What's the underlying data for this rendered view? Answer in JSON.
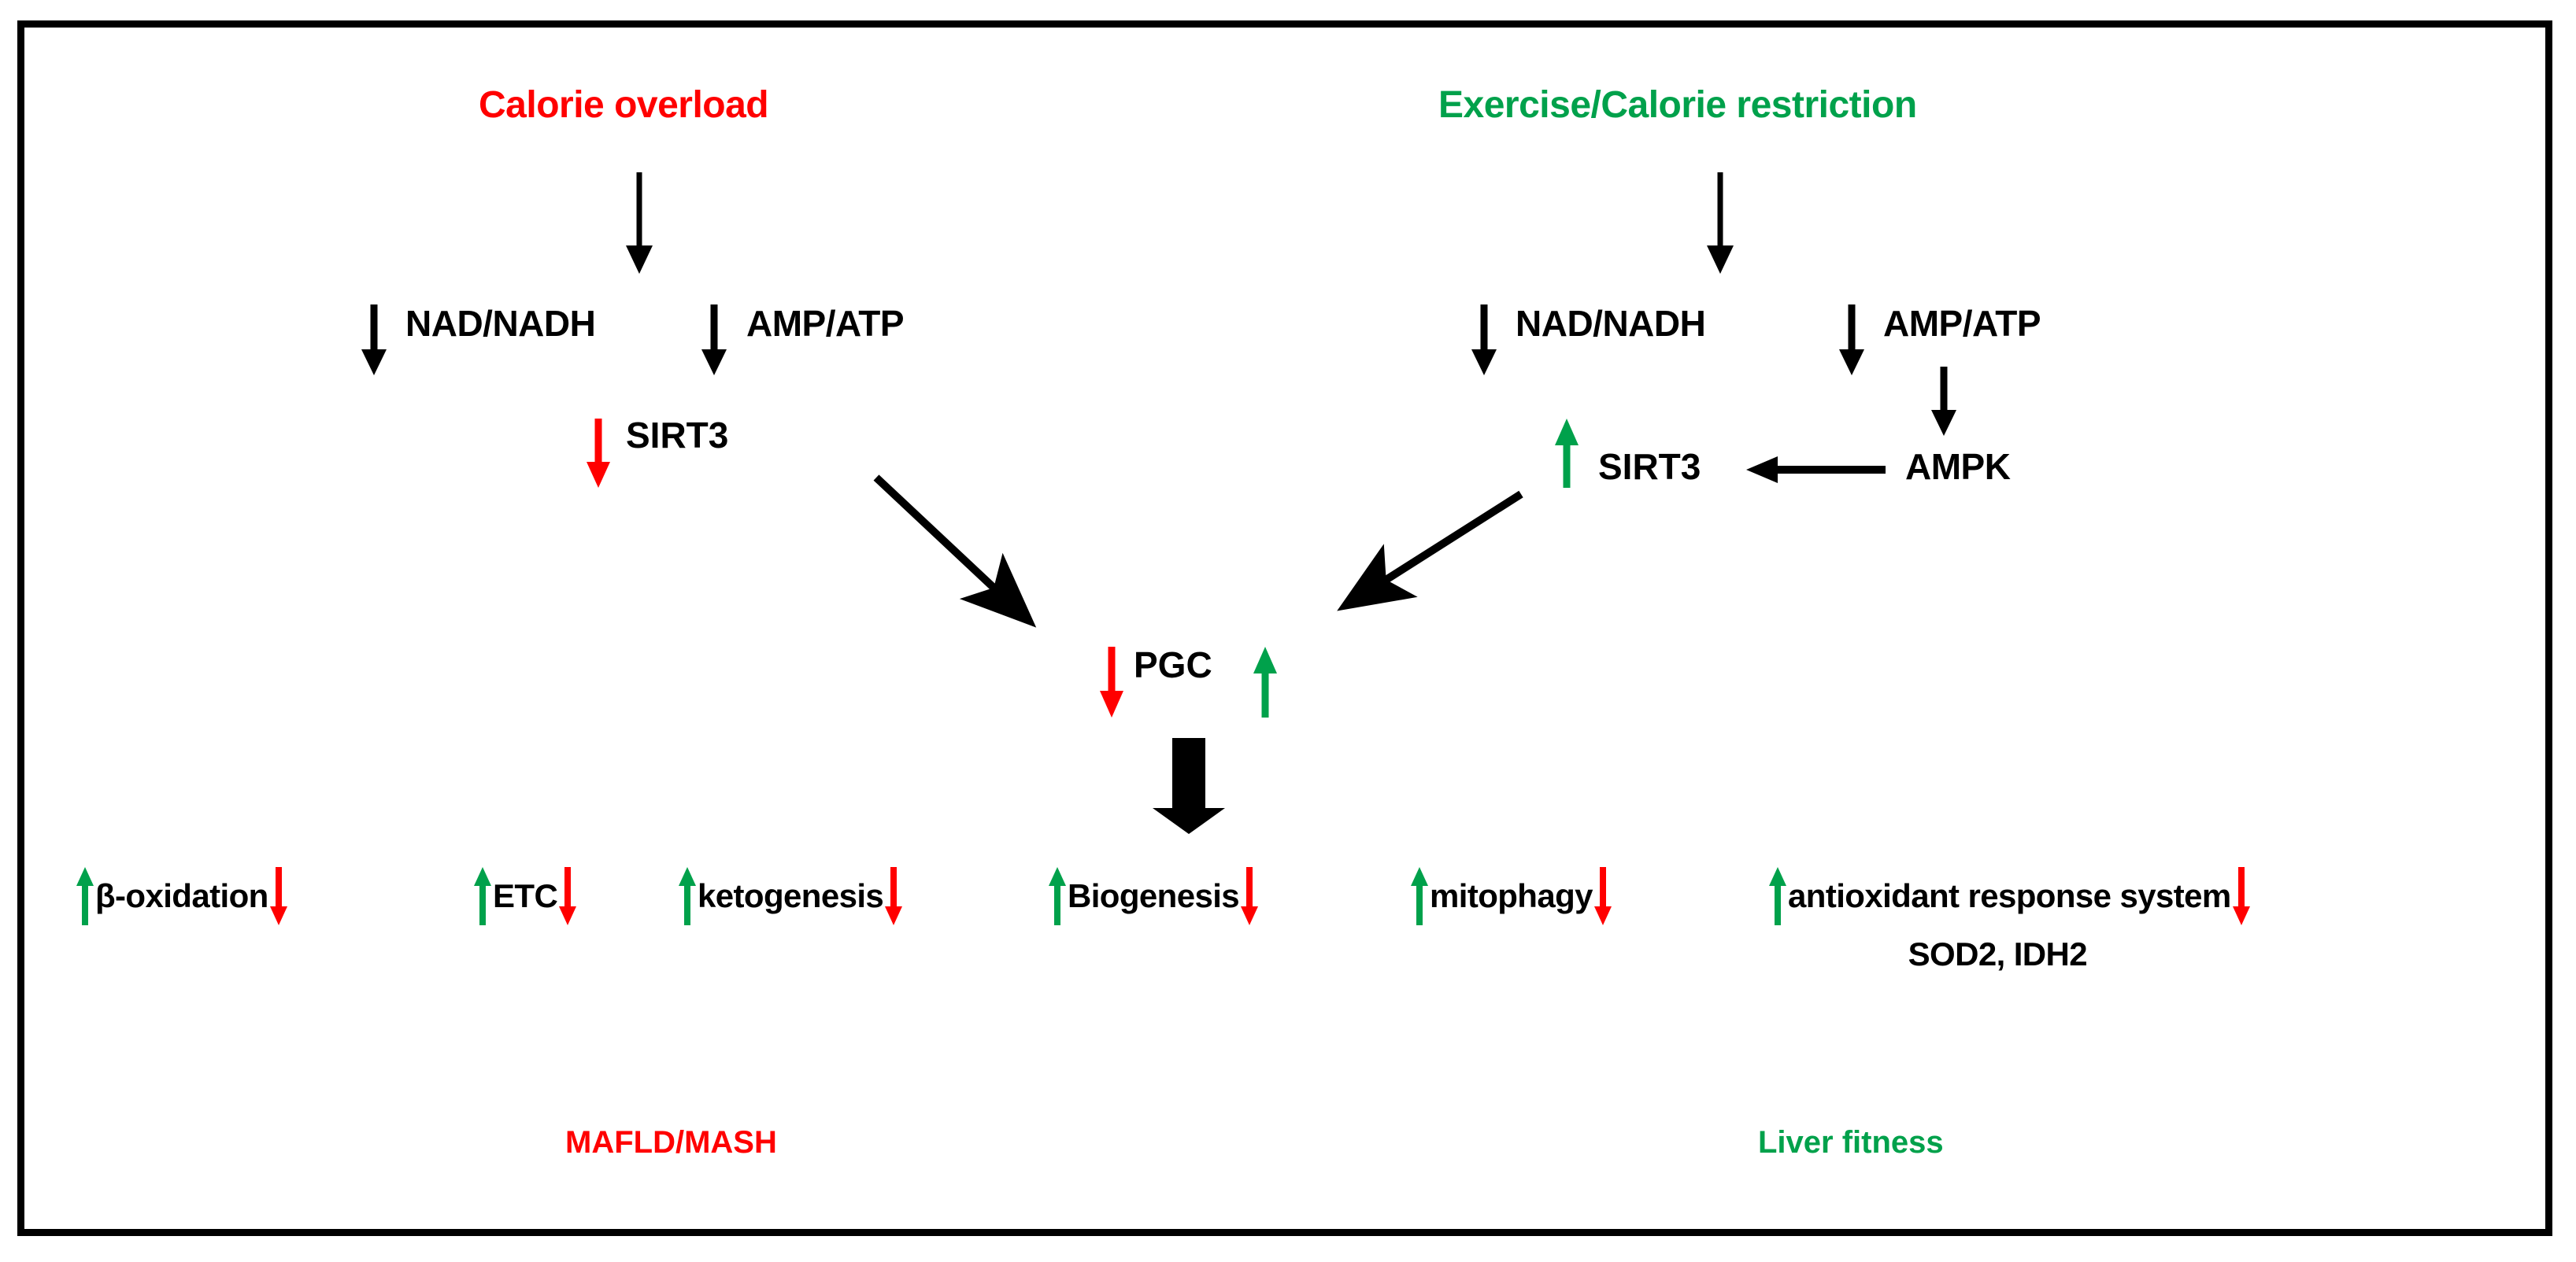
{
  "figure": {
    "type": "pathway-diagram",
    "title_left": "Calorie overload",
    "title_right": "Exercise/Calorie restriction",
    "colors": {
      "red": "#FF0000",
      "green": "#00A14B",
      "black": "#000000",
      "background": "#FFFFFF"
    }
  },
  "left_branch": {
    "stimulus": "Calorie overload",
    "stimulus_color": "#FF0000",
    "metabolites": [
      {
        "arrow": "down",
        "arrow_color": "#000000",
        "label": "NAD/NADH"
      },
      {
        "arrow": "down",
        "arrow_color": "#000000",
        "label": "AMP/ATP"
      }
    ],
    "sirtuin": {
      "arrow": "down",
      "arrow_color": "#FF0000",
      "label": "SIRT3"
    },
    "outcome_label": "MAFLD/MASH",
    "outcome_color": "#FF0000"
  },
  "right_branch": {
    "stimulus": "Exercise/Calorie restriction",
    "stimulus_color": "#00A14B",
    "metabolites": [
      {
        "arrow": "down",
        "arrow_color": "#000000",
        "label": "NAD/NADH"
      },
      {
        "arrow": "down",
        "arrow_color": "#000000",
        "label": "AMP/ATP"
      }
    ],
    "kinase": {
      "label": "AMPK"
    },
    "sirtuin": {
      "arrow": "up",
      "arrow_color": "#00A14B",
      "label": "SIRT3"
    },
    "outcome_label": "Liver fitness",
    "outcome_color": "#00A14B"
  },
  "hub": {
    "label": "PGC",
    "left_arrow": "down",
    "left_arrow_color": "#FF0000",
    "right_arrow": "up",
    "right_arrow_color": "#00A14B"
  },
  "outcomes": [
    {
      "up_color": "#00A14B",
      "label": "β-oxidation",
      "down_color": "#FF0000",
      "sub": ""
    },
    {
      "up_color": "#00A14B",
      "label": "ETC",
      "down_color": "#FF0000",
      "sub": ""
    },
    {
      "up_color": "#00A14B",
      "label": "ketogenesis",
      "down_color": "#FF0000",
      "sub": ""
    },
    {
      "up_color": "#00A14B",
      "label": "Biogenesis",
      "down_color": "#FF0000",
      "sub": ""
    },
    {
      "up_color": "#00A14B",
      "label": "mitophagy",
      "down_color": "#FF0000",
      "sub": ""
    },
    {
      "up_color": "#00A14B",
      "label": "antioxidant response system",
      "down_color": "#FF0000",
      "sub": "SOD2, IDH2"
    }
  ],
  "icons": {
    "arrow_down": "arrow-down-icon",
    "arrow_up": "arrow-up-icon",
    "arrow_left": "arrow-left-icon",
    "block_arrow_down": "block-arrow-down-icon",
    "diagonal_arrow": "diagonal-arrow-icon"
  }
}
